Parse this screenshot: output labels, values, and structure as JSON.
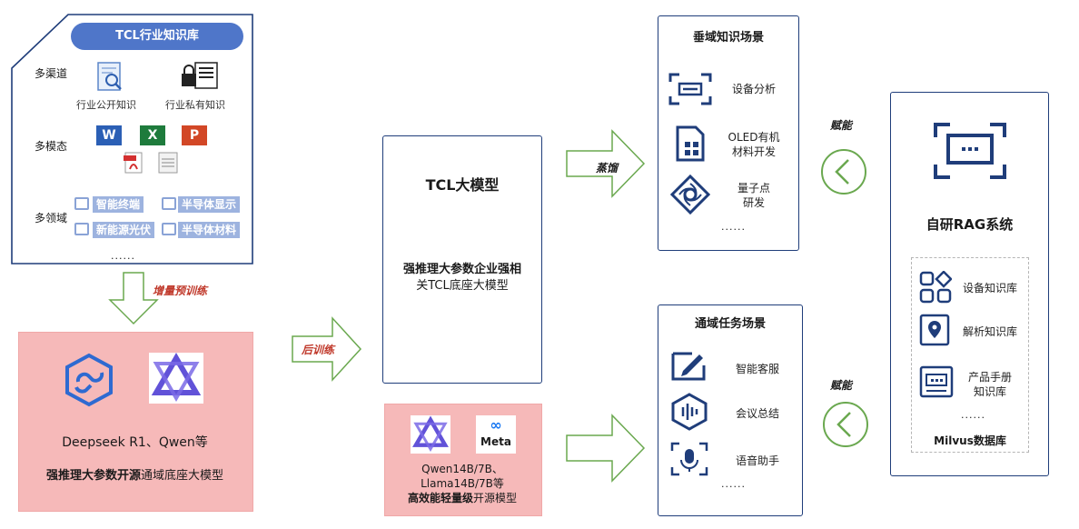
{
  "knowledge_base": {
    "title": "TCL行业知识库",
    "channels_label": "多渠道",
    "modalities_label": "多模态",
    "domains_label": "多领域",
    "public_label": "行业公开知识",
    "private_label": "行业私有知识",
    "domains": [
      "智能终端",
      "半导体显示",
      "新能源光伏",
      "半导体材料"
    ],
    "ellipsis": "......"
  },
  "arrows": {
    "pretrain": "增量预训练",
    "posttrain": "后训练",
    "distill": "蒸馏",
    "empower_top": "赋能",
    "empower_bottom": "赋能"
  },
  "base_model": {
    "models": "Deepseek R1、Qwen等",
    "desc_bold": "强推理大参数开源",
    "desc_rest": "通域底座大模型"
  },
  "tcl_model": {
    "title": "TCL大模型",
    "desc_bold": "强推理大参数企业强相",
    "desc_rest": "关TCL底座大模型"
  },
  "small_model": {
    "meta_logo": "Meta",
    "line1": "Qwen14B/7B、",
    "line2": "Llama14B/7B等",
    "desc_bold": "高效能轻量级",
    "desc_rest": "开源模型"
  },
  "vertical": {
    "title": "垂域知识场景",
    "items": [
      "设备分析",
      "OLED有机",
      "材料开发",
      "量子点",
      "研发"
    ],
    "ellipsis": "......"
  },
  "general": {
    "title": "通域任务场景",
    "items": [
      "智能客服",
      "会议总结",
      "语音助手"
    ],
    "ellipsis": "......"
  },
  "rag": {
    "title": "自研RAG系统",
    "items": [
      "设备知识库",
      "解析知识库",
      "产品手册",
      "知识库"
    ],
    "ellipsis": "......",
    "db_label": "Milvus数据库"
  }
}
